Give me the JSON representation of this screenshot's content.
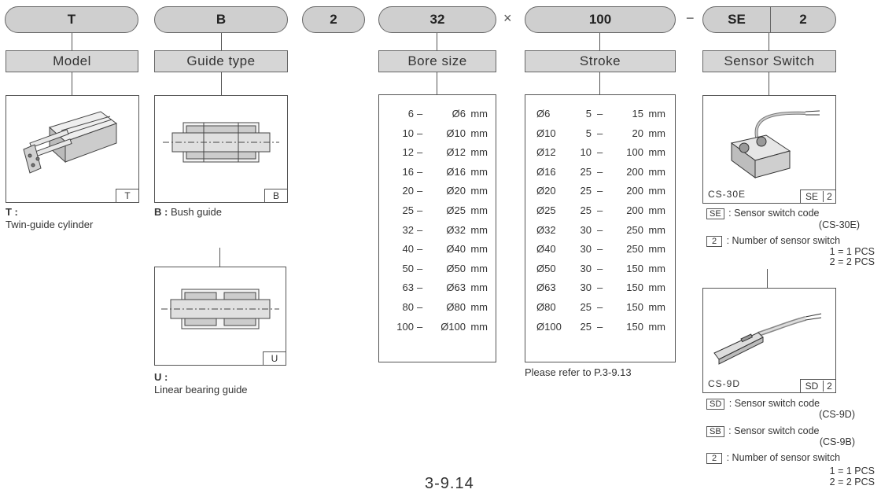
{
  "codes": {
    "model": "T",
    "guide": "B",
    "mount": "2",
    "bore": "32",
    "stroke": "100",
    "sensor": "SE",
    "sensor_qty": "2"
  },
  "separators": {
    "times": "×",
    "dash": "−"
  },
  "labels": {
    "model": "Model",
    "guide": "Guide type",
    "bore": "Bore size",
    "stroke": "Stroke",
    "sensor": "Sensor Switch"
  },
  "model": {
    "tag": "T",
    "title": "T :",
    "desc": "Twin-guide cylinder",
    "icon": "twin-guide-cylinder-image"
  },
  "guide": {
    "bush": {
      "tag": "B",
      "title": "B :",
      "desc": "Bush guide"
    },
    "linear": {
      "tag": "U",
      "title": "U :",
      "desc": "Linear bearing guide"
    }
  },
  "bore_rows": [
    {
      "code": "6",
      "size": "Ø6",
      "unit": "mm"
    },
    {
      "code": "10",
      "size": "Ø10",
      "unit": "mm"
    },
    {
      "code": "12",
      "size": "Ø12",
      "unit": "mm"
    },
    {
      "code": "16",
      "size": "Ø16",
      "unit": "mm"
    },
    {
      "code": "20",
      "size": "Ø20",
      "unit": "mm"
    },
    {
      "code": "25",
      "size": "Ø25",
      "unit": "mm"
    },
    {
      "code": "32",
      "size": "Ø32",
      "unit": "mm"
    },
    {
      "code": "40",
      "size": "Ø40",
      "unit": "mm"
    },
    {
      "code": "50",
      "size": "Ø50",
      "unit": "mm"
    },
    {
      "code": "63",
      "size": "Ø63",
      "unit": "mm"
    },
    {
      "code": "80",
      "size": "Ø80",
      "unit": "mm"
    },
    {
      "code": "100",
      "size": "Ø100",
      "unit": "mm"
    }
  ],
  "stroke_rows": [
    {
      "bore": "Ø6",
      "min": "5",
      "max": "15",
      "unit": "mm"
    },
    {
      "bore": "Ø10",
      "min": "5",
      "max": "20",
      "unit": "mm"
    },
    {
      "bore": "Ø12",
      "min": "10",
      "max": "100",
      "unit": "mm"
    },
    {
      "bore": "Ø16",
      "min": "25",
      "max": "200",
      "unit": "mm"
    },
    {
      "bore": "Ø20",
      "min": "25",
      "max": "200",
      "unit": "mm"
    },
    {
      "bore": "Ø25",
      "min": "25",
      "max": "200",
      "unit": "mm"
    },
    {
      "bore": "Ø32",
      "min": "30",
      "max": "250",
      "unit": "mm"
    },
    {
      "bore": "Ø40",
      "min": "30",
      "max": "250",
      "unit": "mm"
    },
    {
      "bore": "Ø50",
      "min": "30",
      "max": "150",
      "unit": "mm"
    },
    {
      "bore": "Ø63",
      "min": "30",
      "max": "150",
      "unit": "mm"
    },
    {
      "bore": "Ø80",
      "min": "25",
      "max": "150",
      "unit": "mm"
    },
    {
      "bore": "Ø100",
      "min": "25",
      "max": "150",
      "unit": "mm"
    }
  ],
  "stroke_note": "Please refer to P.3-9.13",
  "sensor": {
    "cs30e": {
      "model": "CS-30E",
      "tag_code": "SE",
      "tag_qty": "2",
      "line1_code": "SE",
      "line1_text": ": Sensor switch code",
      "line1_sub": "(CS-30E)",
      "line2_code": "2",
      "line2_text": ": Number of sensor switch",
      "opt1": "1 = 1 PCS",
      "opt2": "2 = 2 PCS"
    },
    "cs9d": {
      "model": "CS-9D",
      "tag_code": "SD",
      "tag_qty": "2",
      "line1_code": "SD",
      "line1_text": ": Sensor switch code",
      "line1_sub": "(CS-9D)",
      "line2_code": "SB",
      "line2_text": ": Sensor switch code",
      "line2_sub": "(CS-9B)",
      "line3_code": "2",
      "line3_text": ": Number of sensor switch",
      "opt1": "1 = 1 PCS",
      "opt2": "2 = 2 PCS"
    }
  },
  "page_number": "3-9.14"
}
